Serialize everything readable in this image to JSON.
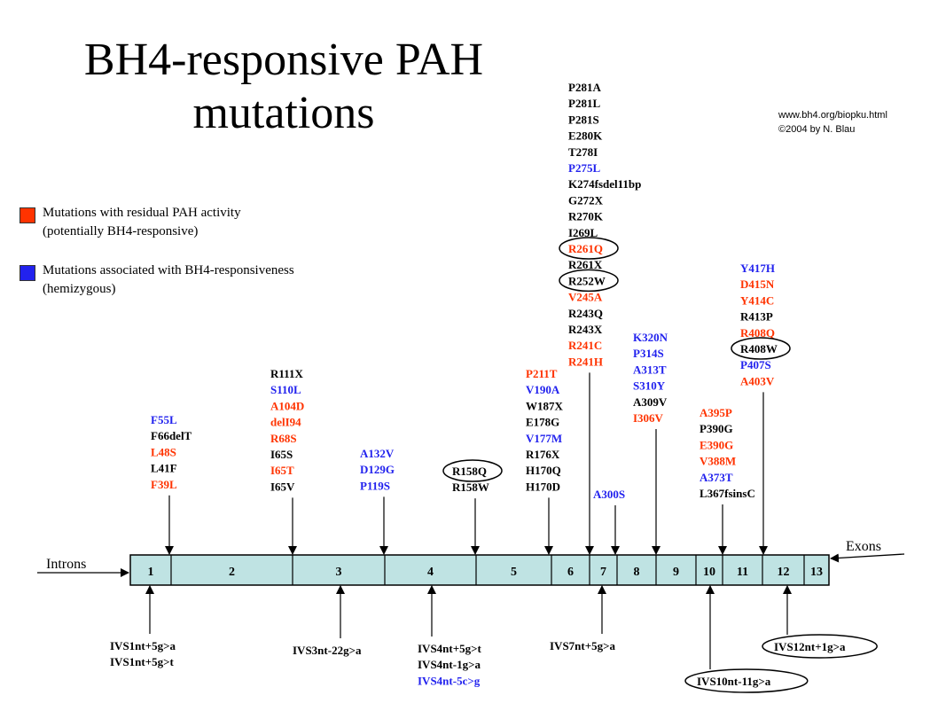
{
  "title_line1": "BH4-responsive PAH",
  "title_line2": "mutations",
  "credit_line1": "www.bh4.org/biopku.html",
  "credit_line2": "©2004 by N. Blau",
  "colors": {
    "red": "#ff3300",
    "blue": "#2222ee",
    "black": "#000000",
    "exon_fill": "#bfe3e3"
  },
  "legend": [
    {
      "color": "red",
      "line1": "Mutations with residual PAH activity",
      "line2": "(potentially BH4-responsive)"
    },
    {
      "color": "blue",
      "line1": "Mutations associated with BH4-responsiveness",
      "line2": "(hemizygous)"
    }
  ],
  "introns_label": "Introns",
  "exons_label": "Exons",
  "exons": [
    "1",
    "2",
    "3",
    "4",
    "5",
    "6",
    "7",
    "8",
    "9",
    "10",
    "11",
    "12",
    "13"
  ],
  "mutation_groups": [
    {
      "items": [
        {
          "text": "F55L",
          "color": "blue"
        },
        {
          "text": "F66delT",
          "color": "black"
        },
        {
          "text": "L48S",
          "color": "red"
        },
        {
          "text": "L41F",
          "color": "black"
        },
        {
          "text": "F39L",
          "color": "red"
        }
      ]
    },
    {
      "items": [
        {
          "text": "R111X",
          "color": "black"
        },
        {
          "text": "S110L",
          "color": "blue"
        },
        {
          "text": "A104D",
          "color": "red"
        },
        {
          "text": "delI94",
          "color": "red"
        },
        {
          "text": "R68S",
          "color": "red"
        },
        {
          "text": "I65S",
          "color": "black"
        },
        {
          "text": "I65T",
          "color": "red"
        },
        {
          "text": "I65V",
          "color": "black"
        }
      ]
    },
    {
      "items": [
        {
          "text": "A132V",
          "color": "blue"
        },
        {
          "text": "D129G",
          "color": "blue"
        },
        {
          "text": "P119S",
          "color": "blue"
        }
      ]
    },
    {
      "items": [
        {
          "text": "R158Q",
          "color": "black",
          "circled": true
        },
        {
          "text": "R158W",
          "color": "black"
        }
      ]
    },
    {
      "items": [
        {
          "text": "P211T",
          "color": "red"
        },
        {
          "text": "V190A",
          "color": "blue"
        },
        {
          "text": "W187X",
          "color": "black"
        },
        {
          "text": "E178G",
          "color": "black"
        },
        {
          "text": "V177M",
          "color": "blue"
        },
        {
          "text": "R176X",
          "color": "black"
        },
        {
          "text": "H170Q",
          "color": "black"
        },
        {
          "text": "H170D",
          "color": "black"
        }
      ]
    },
    {
      "items": [
        {
          "text": "P281A",
          "color": "black"
        },
        {
          "text": "P281L",
          "color": "black"
        },
        {
          "text": "P281S",
          "color": "black"
        },
        {
          "text": "E280K",
          "color": "black"
        },
        {
          "text": "T278I",
          "color": "black"
        },
        {
          "text": "P275L",
          "color": "blue"
        },
        {
          "text": "K274fsdel11bp",
          "color": "black"
        },
        {
          "text": "G272X",
          "color": "black"
        },
        {
          "text": "R270K",
          "color": "black"
        },
        {
          "text": "I269L",
          "color": "black"
        },
        {
          "text": "R261Q",
          "color": "red",
          "circled": true
        },
        {
          "text": "R261X",
          "color": "black"
        },
        {
          "text": "R252W",
          "color": "black",
          "circled": true
        },
        {
          "text": "V245A",
          "color": "red"
        },
        {
          "text": "R243Q",
          "color": "black"
        },
        {
          "text": "R243X",
          "color": "black"
        },
        {
          "text": "R241C",
          "color": "red"
        },
        {
          "text": "R241H",
          "color": "red"
        }
      ]
    },
    {
      "items": [
        {
          "text": "A300S",
          "color": "blue"
        }
      ]
    },
    {
      "items": [
        {
          "text": "K320N",
          "color": "blue"
        },
        {
          "text": "P314S",
          "color": "blue"
        },
        {
          "text": "A313T",
          "color": "blue"
        },
        {
          "text": "S310Y",
          "color": "blue"
        },
        {
          "text": "A309V",
          "color": "black"
        },
        {
          "text": "I306V",
          "color": "red"
        }
      ]
    },
    {
      "items": [
        {
          "text": "A395P",
          "color": "red"
        },
        {
          "text": "P390G",
          "color": "black"
        },
        {
          "text": "E390G",
          "color": "red"
        },
        {
          "text": "V388M",
          "color": "red"
        },
        {
          "text": "A373T",
          "color": "blue"
        },
        {
          "text": "L367fsinsC",
          "color": "black"
        }
      ]
    },
    {
      "items": [
        {
          "text": "Y417H",
          "color": "blue"
        },
        {
          "text": "D415N",
          "color": "red"
        },
        {
          "text": "Y414C",
          "color": "red"
        },
        {
          "text": "R413P",
          "color": "black"
        },
        {
          "text": "R408Q",
          "color": "red"
        },
        {
          "text": "R408W",
          "color": "black",
          "circled": true
        },
        {
          "text": "P407S",
          "color": "blue"
        },
        {
          "text": "A403V",
          "color": "red"
        }
      ]
    }
  ],
  "intron_groups": [
    {
      "items": [
        {
          "text": "IVS1nt+5g>a",
          "color": "black"
        },
        {
          "text": "IVS1nt+5g>t",
          "color": "black"
        }
      ]
    },
    {
      "items": [
        {
          "text": "IVS3nt-22g>a",
          "color": "black"
        }
      ]
    },
    {
      "items": [
        {
          "text": "IVS4nt+5g>t",
          "color": "black"
        },
        {
          "text": "IVS4nt-1g>a",
          "color": "black"
        },
        {
          "text": "IVS4nt-5c>g",
          "color": "blue"
        }
      ]
    },
    {
      "items": [
        {
          "text": "IVS7nt+5g>a",
          "color": "black"
        }
      ]
    },
    {
      "items": [
        {
          "text": "IVS10nt-11g>a",
          "color": "black",
          "circled": true
        }
      ]
    },
    {
      "items": [
        {
          "text": "IVS12nt+1g>a",
          "color": "black",
          "circled": true
        }
      ]
    }
  ]
}
